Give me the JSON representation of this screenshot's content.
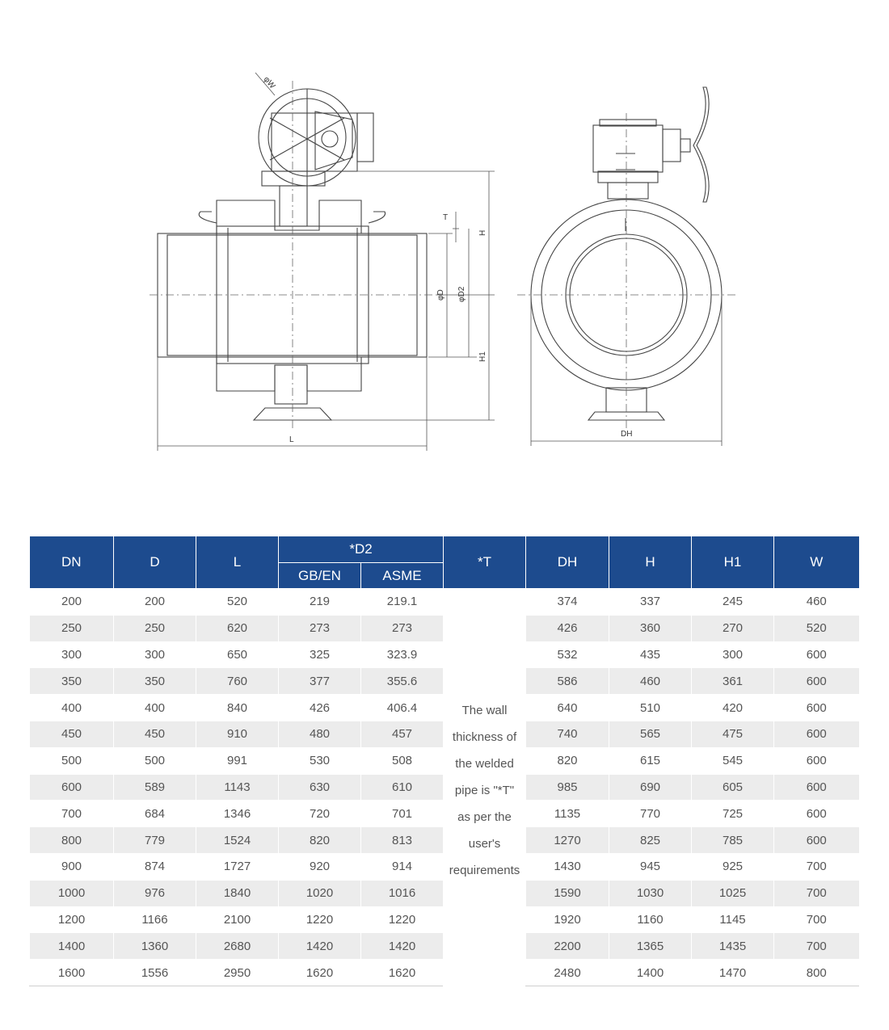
{
  "drawing": {
    "labels": {
      "w": "φW",
      "t": "T",
      "h": "H",
      "d": "φD",
      "d2": "φD2",
      "h1": "H1",
      "l": "L",
      "dh": "DH"
    }
  },
  "table": {
    "headers": {
      "dn": "DN",
      "d": "D",
      "l": "L",
      "d2": "*D2",
      "gb_en": "GB/EN",
      "asme": "ASME",
      "t": "*T",
      "dh": "DH",
      "h": "H",
      "h1": "H1",
      "w": "W"
    },
    "note_lines": [
      "The wall",
      "thickness of",
      "the welded",
      "pipe is \"*T\"",
      "as per the",
      "user's",
      "requirements"
    ],
    "rows": [
      [
        "200",
        "200",
        "520",
        "219",
        "219.1",
        "374",
        "337",
        "245",
        "460"
      ],
      [
        "250",
        "250",
        "620",
        "273",
        "273",
        "426",
        "360",
        "270",
        "520"
      ],
      [
        "300",
        "300",
        "650",
        "325",
        "323.9",
        "532",
        "435",
        "300",
        "600"
      ],
      [
        "350",
        "350",
        "760",
        "377",
        "355.6",
        "586",
        "460",
        "361",
        "600"
      ],
      [
        "400",
        "400",
        "840",
        "426",
        "406.4",
        "640",
        "510",
        "420",
        "600"
      ],
      [
        "450",
        "450",
        "910",
        "480",
        "457",
        "740",
        "565",
        "475",
        "600"
      ],
      [
        "500",
        "500",
        "991",
        "530",
        "508",
        "820",
        "615",
        "545",
        "600"
      ],
      [
        "600",
        "589",
        "1143",
        "630",
        "610",
        "985",
        "690",
        "605",
        "600"
      ],
      [
        "700",
        "684",
        "1346",
        "720",
        "701",
        "1135",
        "770",
        "725",
        "600"
      ],
      [
        "800",
        "779",
        "1524",
        "820",
        "813",
        "1270",
        "825",
        "785",
        "600"
      ],
      [
        "900",
        "874",
        "1727",
        "920",
        "914",
        "1430",
        "945",
        "925",
        "700"
      ],
      [
        "1000",
        "976",
        "1840",
        "1020",
        "1016",
        "1590",
        "1030",
        "1025",
        "700"
      ],
      [
        "1200",
        "1166",
        "2100",
        "1220",
        "1220",
        "1920",
        "1160",
        "1145",
        "700"
      ],
      [
        "1400",
        "1360",
        "2680",
        "1420",
        "1420",
        "2200",
        "1365",
        "1435",
        "700"
      ],
      [
        "1600",
        "1556",
        "2950",
        "1620",
        "1620",
        "2480",
        "1400",
        "1470",
        "800"
      ]
    ]
  }
}
